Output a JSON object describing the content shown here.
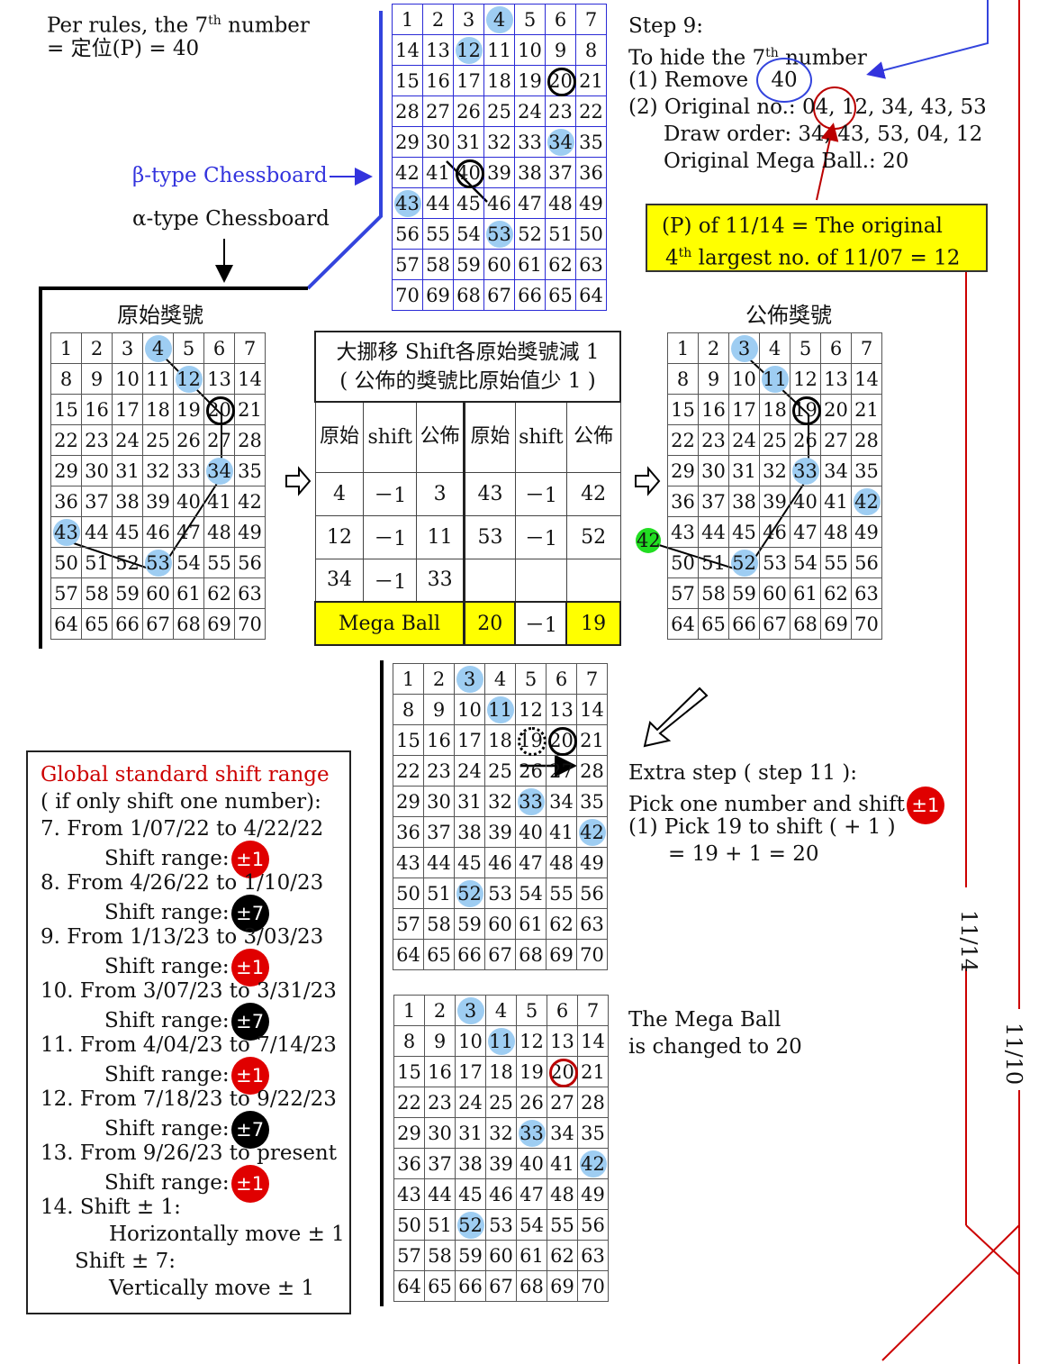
{
  "top_left": {
    "line1": "Per rules, the 7",
    "sup": "th",
    "line1_end": "  number",
    "line2": "= 定位(P) =  40"
  },
  "beta_label": "β-type Chessboard",
  "alpha_label": "α-type Chessboard",
  "left_board_title": "原始獎號",
  "right_board_title": "公佈獎號",
  "step9": {
    "l1": "Step 9:",
    "l2a": "To hide the 7",
    "l2sup": "th",
    "l2b": "  number",
    "l3": "(1)  Remove",
    "l3val": "40",
    "l4": "(2) Original no.: 04, 12, 34, 43, 53",
    "l5": "Draw order: 34, 43, 53, 04, 12",
    "l6": "Original Mega Ball.:  20"
  },
  "yellow_note": {
    "line1": "(P) of 11/14 = The original",
    "line2a": "4",
    "line2sup": "th",
    "line2b": " largest no. of 11/07 = 12"
  },
  "shift_table": {
    "title1": "大挪移 Shift各原始獎號減 1",
    "title2": "( 公佈的獎號比原始值少 1 )",
    "h_orig": "原始",
    "h_shift": "shift",
    "h_pub": "公佈",
    "rows": [
      [
        "4",
        "－1",
        "3",
        "43",
        "－1",
        "42"
      ],
      [
        "12",
        "－1",
        "11",
        "53",
        "－1",
        "52"
      ],
      [
        "34",
        "－1",
        "33",
        "",
        "",
        ""
      ]
    ],
    "mega_label": "Mega Ball",
    "mega_orig": "20",
    "mega_shift": "－1",
    "mega_pub": "19"
  },
  "green_marker": "42",
  "extra_step": {
    "l1": "Extra step ( step 11 ):",
    "l2": "Pick one number and shift",
    "l2badge": "±1",
    "l3": "(1) Pick 19 to shift ( + 1 )",
    "l4": "= 19 + 1 = 20"
  },
  "mega_changed": {
    "l1": "The Mega Ball",
    "l2": "is changed to 20"
  },
  "global_box": {
    "title": "Global standard shift range",
    "subtitle": "( if only shift one number):",
    "items": [
      {
        "label": "7. From 1/07/22 to 4/22/22",
        "range": "Shift range:",
        "badge": "±1",
        "color": "#e00000"
      },
      {
        "label": "8. From 4/26/22 to 1/10/23",
        "range": "Shift range:",
        "badge": "±7",
        "color": "#000000"
      },
      {
        "label": "9. From 1/13/23 to 3/03/23",
        "range": "Shift range:",
        "badge": "±1",
        "color": "#e00000"
      },
      {
        "label": "10. From 3/07/23 to 3/31/23",
        "range": "Shift range:",
        "badge": "±7",
        "color": "#000000"
      },
      {
        "label": "11. From 4/04/23 to 7/14/23",
        "range": "Shift range:",
        "badge": "±1",
        "color": "#e00000"
      },
      {
        "label": "12. From 7/18/23 to 9/22/23",
        "range": "Shift range:",
        "badge": "±7",
        "color": "#000000"
      },
      {
        "label": "13. From 9/26/23 to present",
        "range": "Shift range:",
        "badge": "±1",
        "color": "#e00000"
      }
    ],
    "l14a": "14. Shift ± 1:",
    "l14b": "Horizontally move ± 1",
    "l14c": "Shift ± 7:",
    "l14d": "Vertically move ± 1"
  },
  "date_1114": "11/14",
  "date_1110": "11/10",
  "boards": {
    "beta": {
      "rows": [
        [
          1,
          2,
          3,
          4,
          5,
          6,
          7
        ],
        [
          14,
          13,
          12,
          11,
          10,
          9,
          8
        ],
        [
          15,
          16,
          17,
          18,
          19,
          20,
          21
        ],
        [
          28,
          27,
          26,
          25,
          24,
          23,
          22
        ],
        [
          29,
          30,
          31,
          32,
          33,
          34,
          35
        ],
        [
          42,
          41,
          40,
          39,
          38,
          37,
          36
        ],
        [
          43,
          44,
          45,
          46,
          47,
          48,
          49
        ],
        [
          56,
          55,
          54,
          53,
          52,
          51,
          50
        ],
        [
          57,
          58,
          59,
          60,
          61,
          62,
          63
        ],
        [
          70,
          69,
          68,
          67,
          66,
          65,
          64
        ]
      ],
      "hl": [
        4,
        12,
        34,
        43,
        53
      ],
      "ring": [
        20,
        40
      ]
    },
    "orig": {
      "rows": [
        [
          1,
          2,
          3,
          4,
          5,
          6,
          7
        ],
        [
          8,
          9,
          10,
          11,
          12,
          13,
          14
        ],
        [
          15,
          16,
          17,
          18,
          19,
          20,
          21
        ],
        [
          22,
          23,
          24,
          25,
          26,
          27,
          28
        ],
        [
          29,
          30,
          31,
          32,
          33,
          34,
          35
        ],
        [
          36,
          37,
          38,
          39,
          40,
          41,
          42
        ],
        [
          43,
          44,
          45,
          46,
          47,
          48,
          49
        ],
        [
          50,
          51,
          52,
          53,
          54,
          55,
          56
        ],
        [
          57,
          58,
          59,
          60,
          61,
          62,
          63
        ],
        [
          64,
          65,
          66,
          67,
          68,
          69,
          70
        ]
      ],
      "hl": [
        4,
        12,
        34,
        43,
        53
      ],
      "ring": [
        20
      ]
    },
    "pub": {
      "rows": [
        [
          1,
          2,
          3,
          4,
          5,
          6,
          7
        ],
        [
          8,
          9,
          10,
          11,
          12,
          13,
          14
        ],
        [
          15,
          16,
          17,
          18,
          19,
          20,
          21
        ],
        [
          22,
          23,
          24,
          25,
          26,
          27,
          28
        ],
        [
          29,
          30,
          31,
          32,
          33,
          34,
          35
        ],
        [
          36,
          37,
          38,
          39,
          40,
          41,
          42
        ],
        [
          43,
          44,
          45,
          46,
          47,
          48,
          49
        ],
        [
          50,
          51,
          52,
          53,
          54,
          55,
          56
        ],
        [
          57,
          58,
          59,
          60,
          61,
          62,
          63
        ],
        [
          64,
          65,
          66,
          67,
          68,
          69,
          70
        ]
      ],
      "hl": [
        3,
        11,
        33,
        42,
        52
      ],
      "ring": [
        19
      ]
    },
    "step11": {
      "rows": [
        [
          1,
          2,
          3,
          4,
          5,
          6,
          7
        ],
        [
          8,
          9,
          10,
          11,
          12,
          13,
          14
        ],
        [
          15,
          16,
          17,
          18,
          19,
          20,
          21
        ],
        [
          22,
          23,
          24,
          25,
          26,
          27,
          28
        ],
        [
          29,
          30,
          31,
          32,
          33,
          34,
          35
        ],
        [
          36,
          37,
          38,
          39,
          40,
          41,
          42
        ],
        [
          43,
          44,
          45,
          46,
          47,
          48,
          49
        ],
        [
          50,
          51,
          52,
          53,
          54,
          55,
          56
        ],
        [
          57,
          58,
          59,
          60,
          61,
          62,
          63
        ],
        [
          64,
          65,
          66,
          67,
          68,
          69,
          70
        ]
      ],
      "hl": [
        3,
        11,
        33,
        42,
        52
      ],
      "ring": [
        20
      ],
      "dotted": [
        19
      ]
    },
    "final": {
      "rows": [
        [
          1,
          2,
          3,
          4,
          5,
          6,
          7
        ],
        [
          8,
          9,
          10,
          11,
          12,
          13,
          14
        ],
        [
          15,
          16,
          17,
          18,
          19,
          20,
          21
        ],
        [
          22,
          23,
          24,
          25,
          26,
          27,
          28
        ],
        [
          29,
          30,
          31,
          32,
          33,
          34,
          35
        ],
        [
          36,
          37,
          38,
          39,
          40,
          41,
          42
        ],
        [
          43,
          44,
          45,
          46,
          47,
          48,
          49
        ],
        [
          50,
          51,
          52,
          53,
          54,
          55,
          56
        ],
        [
          57,
          58,
          59,
          60,
          61,
          62,
          63
        ],
        [
          64,
          65,
          66,
          67,
          68,
          69,
          70
        ]
      ],
      "hl": [
        3,
        11,
        33,
        42,
        52
      ],
      "redring": [
        20
      ]
    }
  }
}
